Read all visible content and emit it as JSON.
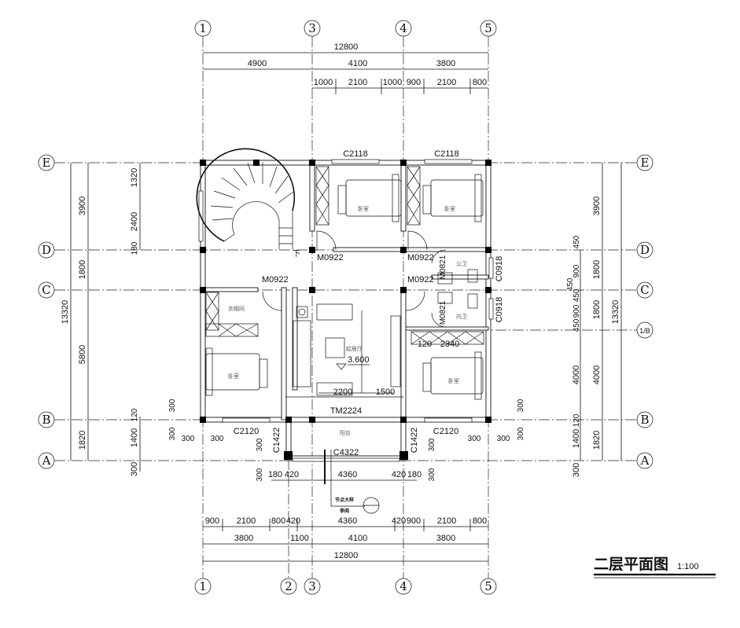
{
  "title": {
    "text": "二层平面图",
    "scale": "1:100"
  },
  "axes": {
    "columns": [
      "1",
      "2",
      "3",
      "4",
      "5"
    ],
    "rows": [
      "E",
      "D",
      "C",
      "1/B",
      "B",
      "A"
    ]
  },
  "dims": {
    "top": {
      "overall": "12800",
      "bays": [
        "4900",
        "4100",
        "3800"
      ],
      "detail": [
        "1000",
        "2100",
        "1000",
        "900",
        "2100",
        "800"
      ]
    },
    "bottom": {
      "detail": [
        "900",
        "2100",
        "800",
        "420",
        "4360",
        "420",
        "900",
        "2100",
        "800"
      ],
      "bays": [
        "3800",
        "1100",
        "4100",
        "3800"
      ],
      "overall": "12800"
    },
    "left": {
      "overall": "13320",
      "bays": [
        "3900",
        "1800",
        "5800",
        "1820"
      ],
      "detail": [
        "1320",
        "2400",
        "180",
        "120",
        "1400",
        "300"
      ],
      "small": [
        "300",
        "300",
        "300",
        "300"
      ]
    },
    "right": {
      "detail": [
        "450",
        "900",
        "450",
        "450",
        "900",
        "450",
        "4000",
        "120",
        "1400",
        "300"
      ],
      "bays": [
        "3900",
        "1800",
        "1800",
        "4000",
        "1820"
      ],
      "overall": "13320",
      "small": [
        "300",
        "300",
        "300",
        "300"
      ]
    },
    "balcony": [
      "180",
      "420",
      "4360",
      "420",
      "180",
      "300",
      "300",
      "300",
      "300"
    ],
    "interior": [
      "1500",
      "2200",
      "120",
      "2340"
    ]
  },
  "openings": {
    "windows": [
      "C2118",
      "C2118",
      "C2120",
      "C2120",
      "C1422",
      "C1422",
      "C4322",
      "C0918",
      "C0918"
    ],
    "doors": [
      "M0922",
      "M0922",
      "M0922",
      "M0922",
      "M0821",
      "M0821",
      "TM2224"
    ]
  },
  "rooms": {
    "bedroom": "卧室",
    "closet": "衣帽间",
    "living": "起居厅",
    "public_bath": "公卫",
    "inner_bath": "内卫",
    "balcony": "阳台",
    "stair_down": "下"
  },
  "elevation": "3.600",
  "callout": {
    "line1": "节点大样",
    "line2": "参阅"
  }
}
